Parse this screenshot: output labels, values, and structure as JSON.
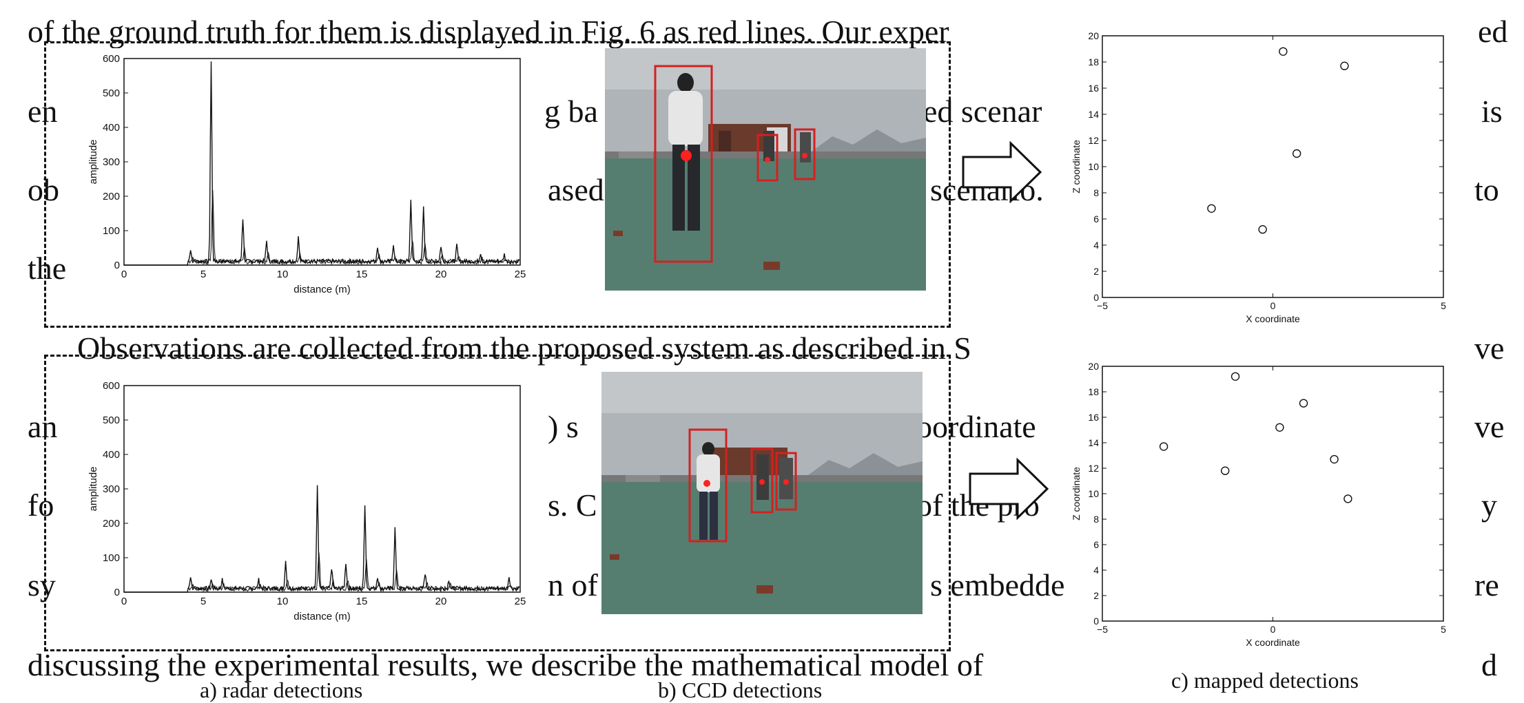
{
  "background_text": {
    "line1": "of the ground truth for them is displayed in Fig. 6 as red lines. Our exper",
    "line1_end": "ed",
    "line2": "en",
    "line2_mid_a": "g ba",
    "line2_mid_b": "ed scenar",
    "line2_end": "is",
    "line3": "ob",
    "line3_mid_a": "ased",
    "line3_mid_b": "scenario.",
    "line3_end": "to",
    "line4": "the",
    "line5": "Observations are collected from the proposed system as described in S",
    "line5_end": "ve",
    "line6": "an",
    "line6_mid_a": ") s",
    "line6_mid_b": "oordinate",
    "line6_end": "ve",
    "line7": "fo",
    "line7_mid_a": "s. C",
    "line7_mid_b": "of the pro",
    "line7_end": "y",
    "line8": "sy",
    "line8_mid_a": "n of",
    "line8_mid_b": "s embedde",
    "line8_end": "re",
    "line9": "discussing the experimental results, we describe the mathematical model of",
    "line9_end": "d"
  },
  "captions": {
    "a": "a) radar detections",
    "b": "b) CCD detections",
    "c": "c) mapped detections"
  },
  "colors": {
    "box": "#d42020",
    "dot": "#ff2020",
    "line": "#111111"
  },
  "chart_data": [
    {
      "type": "line",
      "xlabel": "distance (m)",
      "ylabel": "amplitude",
      "xlim": [
        0,
        25
      ],
      "ylim": [
        0,
        600
      ],
      "xticks": [
        "0",
        "5",
        "10",
        "15",
        "20",
        "25"
      ],
      "yticks": [
        "0",
        "100",
        "200",
        "300",
        "400",
        "500",
        "600"
      ],
      "peaks": [
        [
          4.2,
          35
        ],
        [
          5.5,
          580
        ],
        [
          7.5,
          125
        ],
        [
          9,
          60
        ],
        [
          11,
          70
        ],
        [
          16,
          45
        ],
        [
          17,
          50
        ],
        [
          18.1,
          178
        ],
        [
          18.9,
          155
        ],
        [
          20,
          45
        ],
        [
          21,
          45
        ],
        [
          22.5,
          25
        ],
        [
          24,
          20
        ]
      ]
    },
    {
      "type": "line",
      "xlabel": "distance (m)",
      "ylabel": "amplitude",
      "xlim": [
        0,
        25
      ],
      "ylim": [
        0,
        600
      ],
      "xticks": [
        "0",
        "5",
        "10",
        "15",
        "20",
        "25"
      ],
      "yticks": [
        "0",
        "100",
        "200",
        "300",
        "400",
        "500",
        "600"
      ],
      "peaks": [
        [
          4.2,
          35
        ],
        [
          5.5,
          25
        ],
        [
          6.2,
          25
        ],
        [
          8.5,
          25
        ],
        [
          10.2,
          80
        ],
        [
          12.2,
          295
        ],
        [
          13.1,
          60
        ],
        [
          14,
          75
        ],
        [
          15.2,
          245
        ],
        [
          16,
          35
        ],
        [
          17.1,
          175
        ],
        [
          19,
          45
        ],
        [
          20.5,
          25
        ],
        [
          24.3,
          35
        ]
      ]
    },
    {
      "type": "scatter",
      "xlabel": "X coordinate",
      "ylabel": "Z coordinate",
      "xlim": [
        -5,
        5
      ],
      "ylim": [
        0,
        20
      ],
      "xticks": [
        "−5",
        "0",
        "5"
      ],
      "yticks": [
        "0",
        "2",
        "4",
        "6",
        "8",
        "10",
        "12",
        "14",
        "16",
        "18",
        "20"
      ],
      "points": [
        [
          0.3,
          18.8
        ],
        [
          2.1,
          17.7
        ],
        [
          0.7,
          11
        ],
        [
          -1.8,
          6.8
        ],
        [
          -0.3,
          5.2
        ]
      ]
    },
    {
      "type": "scatter",
      "xlabel": "X coordinate",
      "ylabel": "Z coordinate",
      "xlim": [
        -5,
        5
      ],
      "ylim": [
        0,
        20
      ],
      "xticks": [
        "−5",
        "0",
        "5"
      ],
      "yticks": [
        "0",
        "2",
        "4",
        "6",
        "8",
        "10",
        "12",
        "14",
        "16",
        "18",
        "20"
      ],
      "points": [
        [
          -1.1,
          19.2
        ],
        [
          0.9,
          17.1
        ],
        [
          0.2,
          15.2
        ],
        [
          -3.2,
          13.7
        ],
        [
          -1.4,
          11.8
        ],
        [
          1.8,
          12.7
        ],
        [
          2.2,
          9.6
        ]
      ]
    }
  ]
}
